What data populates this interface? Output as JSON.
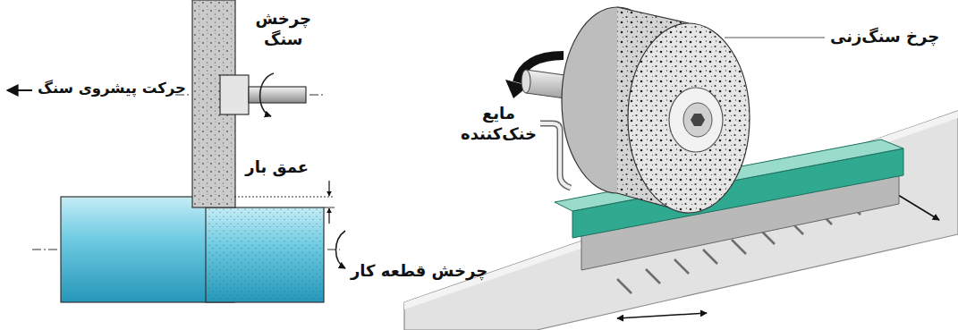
{
  "diagram": {
    "labels": [
      "چرخ سنگ‌زنی",
      "مایع خنک‌کننده",
      "چرخش سنگ",
      "حرکت پیشروی سنگ",
      "عمق بار",
      "چرخش قطعه کار"
    ]
  }
}
